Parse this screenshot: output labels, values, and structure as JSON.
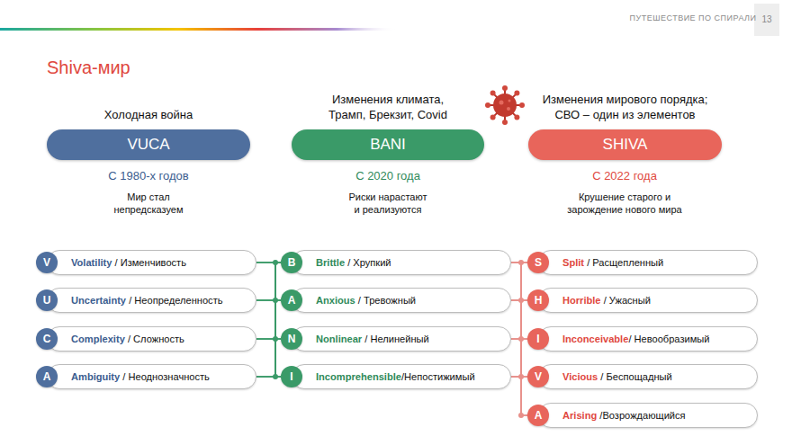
{
  "diagram": {
    "title": "Shiva-мир",
    "nodes": [
      {
        "text": [
          "Холодная война",
          "VUCA"
        ]
      },
      {
        "text": [
          "Изменения климата, Трамп, Брекзит, Covid",
          "BANI"
        ]
      },
      {
        "text": [
          "Изменения мирового порядка; СВО – один из элементов",
          "SHIVA"
        ]
      },
      {
        "text": [
          "Volatility / Изменчивость"
        ]
      },
      {
        "text": [
          "V"
        ],
        "in": 3
      },
      {
        "text": [
          "Uncertainty / Неопределенность"
        ]
      },
      {
        "text": [
          "U"
        ],
        "in": 5
      },
      {
        "text": [
          "Complexity / Сложность"
        ]
      },
      {
        "text": [
          "C"
        ],
        "in": 7
      },
      {
        "text": [
          "Ambiguity / Неоднозначность"
        ]
      },
      {
        "text": [
          "A"
        ],
        "in": 9
      },
      {
        "text": [
          "Brittle / Хрупкий"
        ]
      },
      {
        "text": [
          "B"
        ],
        "in": 11
      },
      {
        "text": [
          "Anxious / Тревожный"
        ]
      },
      {
        "text": [
          "A"
        ],
        "in": 13
      },
      {
        "text": [
          "Nonlinear / Нелинейный"
        ]
      },
      {
        "text": [
          "N"
        ],
        "in": 15
      },
      {
        "text": [
          "Incomprehensible/Непостижимый"
        ]
      },
      {
        "text": [
          "I"
        ],
        "in": 17
      },
      {
        "text": [
          "Split / Расщепленный"
        ]
      },
      {
        "text": [
          "S"
        ],
        "in": 19
      },
      {
        "text": [
          "Horrible / Ужасный"
        ]
      },
      {
        "text": [
          "H"
        ],
        "in": 21
      },
      {
        "text": [
          "Inconceivable/ Невообразимый"
        ]
      },
      {
        "text": [
          "I"
        ],
        "in": 23
      },
      {
        "text": [
          "Vicious / Беспощадный"
        ]
      },
      {
        "text": [
          "V"
        ],
        "in": 25
      },
      {
        "text": [
          "Arising /Возрождающийся"
        ]
      },
      {
        "text": [
          "A"
        ],
        "in": 27
      }
    ],
    "edges": [
      {
        "from": 3,
        "to": 11,
        "arrow": "none"
      },
      {
        "from": 3,
        "to": 13,
        "arrow": "none"
      },
      {
        "from": 3,
        "to": 15,
        "arrow": "none"
      },
      {
        "from": 3,
        "to": 17,
        "arrow": "none"
      },
      {
        "from": 5,
        "to": 11,
        "arrow": "none"
      },
      {
        "from": 5,
        "to": 13,
        "arrow": "none"
      },
      {
        "from": 5,
        "to": 15,
        "arrow": "none"
      },
      {
        "from": 5,
        "to": 17,
        "arrow": "none"
      },
      {
        "from": 7,
        "to": 11,
        "arrow": "none"
      },
      {
        "from": 7,
        "to": 13,
        "arrow": "none"
      },
      {
        "from": 7,
        "to": 15,
        "arrow": "none"
      },
      {
        "from": 7,
        "to": 17,
        "arrow": "none"
      },
      {
        "from": 9,
        "to": 11,
        "arrow": "none"
      },
      {
        "from": 9,
        "to": 13,
        "arrow": "none"
      },
      {
        "from": 9,
        "to": 15,
        "arrow": "none"
      },
      {
        "from": 9,
        "to": 17,
        "arrow": "none"
      },
      {
        "from": 11,
        "to": 19,
        "arrow": "none"
      },
      {
        "from": 11,
        "to": 21,
        "arrow": "none"
      },
      {
        "from": 11,
        "to": 23,
        "arrow": "none"
      },
      {
        "from": 11,
        "to": 25,
        "arrow": "none"
      },
      {
        "from": 11,
        "to": 27,
        "arrow": "none"
      },
      {
        "from": 13,
        "to": 19,
        "arrow": "none"
      },
      {
        "from": 13,
        "to": 21,
        "arrow": "none"
      },
      {
        "from": 13,
        "to": 23,
        "arrow": "none"
      },
      {
        "from": 13,
        "to": 25,
        "arrow": "none"
      },
      {
        "from": 13,
        "to": 27,
        "arrow": "none"
      },
      {
        "from": 15,
        "to": 19,
        "arrow": "none"
      },
      {
        "from": 15,
        "to": 21,
        "arrow": "none"
      },
      {
        "from": 15,
        "to": 23,
        "arrow": "none"
      },
      {
        "from": 15,
        "to": 25,
        "arrow": "none"
      },
      {
        "from": 15,
        "to": 27,
        "arrow": "none"
      },
      {
        "from": 17,
        "to": 19,
        "arrow": "none"
      },
      {
        "from": 17,
        "to": 21,
        "arrow": "none"
      },
      {
        "from": 17,
        "to": 23,
        "arrow": "none"
      },
      {
        "from": 17,
        "to": 25,
        "arrow": "none"
      },
      {
        "from": 17,
        "to": 27,
        "arrow": "none"
      }
    ],
    "labels": [
      "ПУТЕШЕСТВИЕ ПО СПИРАЛИ",
      "13",
      "С 1980-х годов",
      "Мир стал непредсказуем",
      "С 2020 года",
      "Риски нарастают и реализуются",
      "С 2022 года",
      "Крушение старого и зарождение нового мира"
    ]
  }
}
